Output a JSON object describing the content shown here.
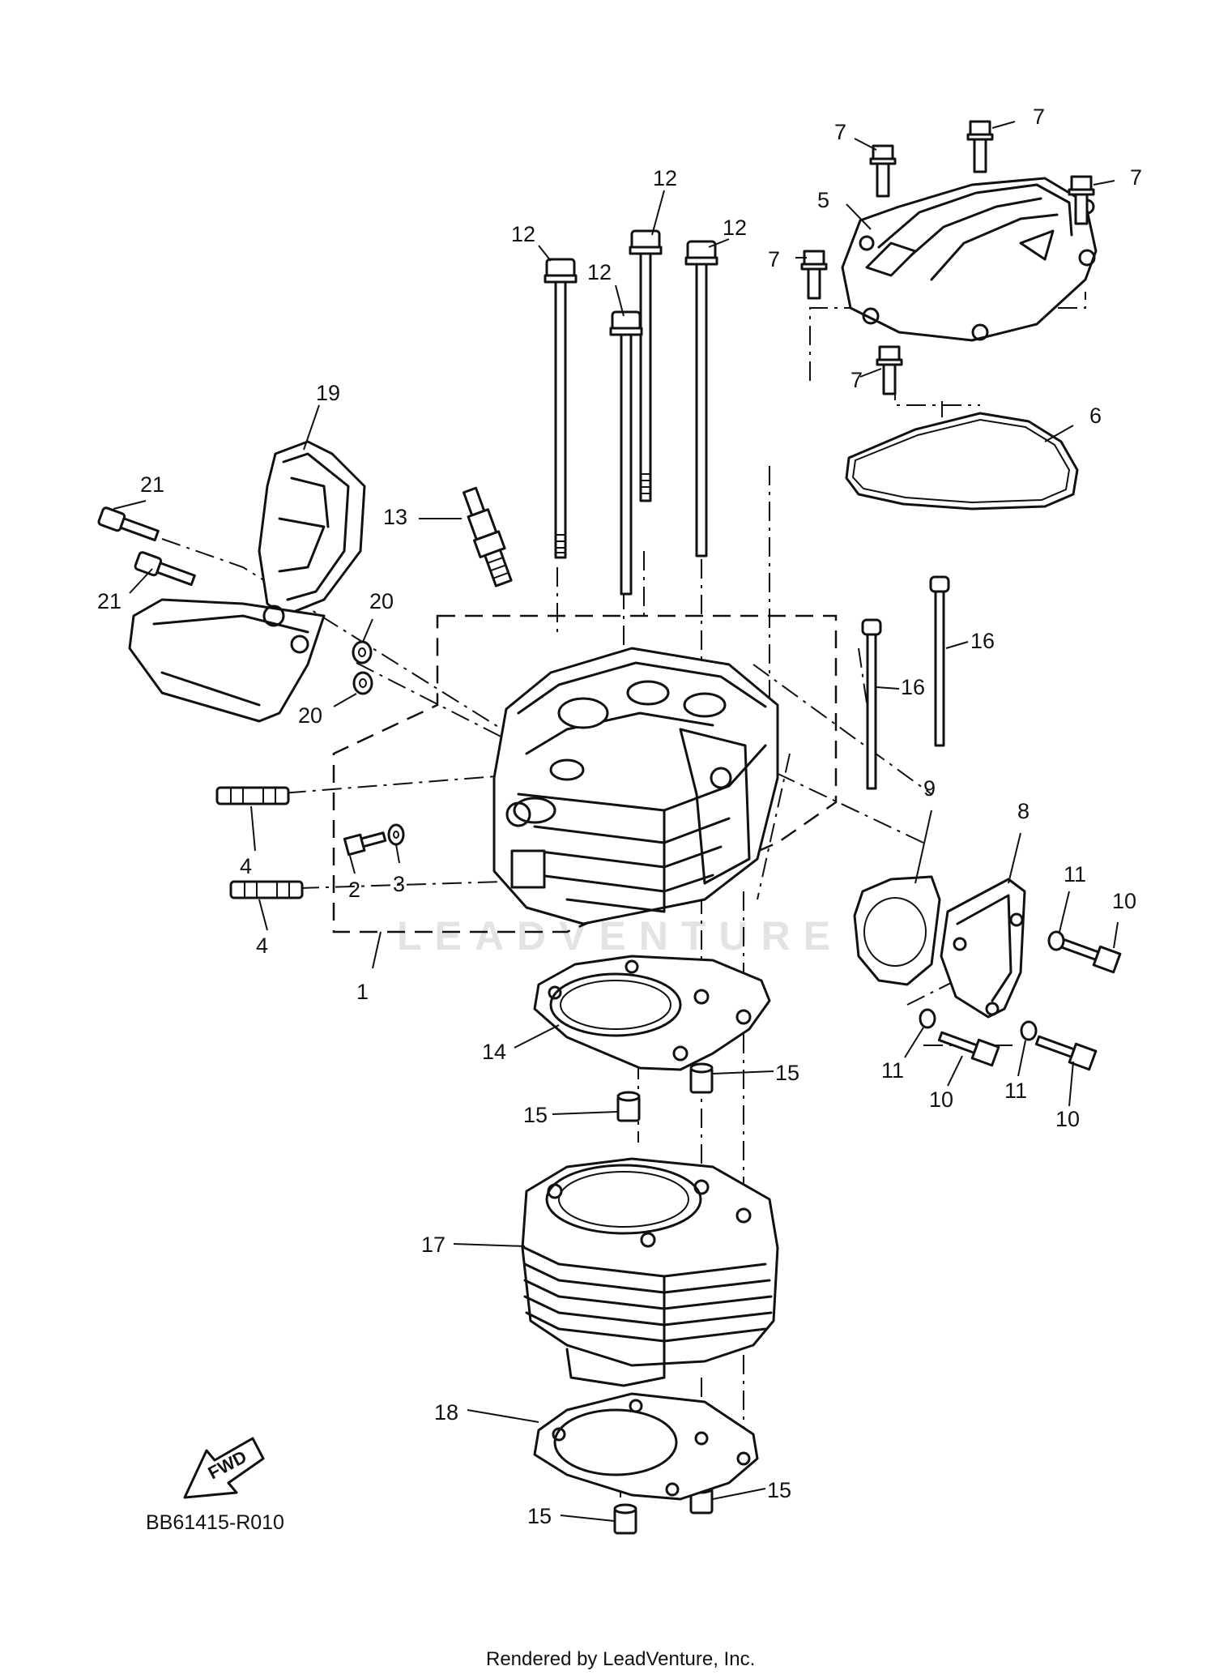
{
  "diagram": {
    "drawing_code": "BB61415-R010",
    "credit": "Rendered by LeadVenture, Inc.",
    "watermark": "LEADVENTURE",
    "fwd_label": "FWD"
  },
  "callouts": [
    {
      "id": "c1",
      "text": "1"
    },
    {
      "id": "c2",
      "text": "2"
    },
    {
      "id": "c3",
      "text": "3"
    },
    {
      "id": "c4a",
      "text": "4"
    },
    {
      "id": "c4b",
      "text": "4"
    },
    {
      "id": "c5",
      "text": "5"
    },
    {
      "id": "c6",
      "text": "6"
    },
    {
      "id": "c7a",
      "text": "7"
    },
    {
      "id": "c7b",
      "text": "7"
    },
    {
      "id": "c7c",
      "text": "7"
    },
    {
      "id": "c7d",
      "text": "7"
    },
    {
      "id": "c7e",
      "text": "7"
    },
    {
      "id": "c8",
      "text": "8"
    },
    {
      "id": "c9",
      "text": "9"
    },
    {
      "id": "c10a",
      "text": "10"
    },
    {
      "id": "c10b",
      "text": "10"
    },
    {
      "id": "c10c",
      "text": "10"
    },
    {
      "id": "c11a",
      "text": "11"
    },
    {
      "id": "c11b",
      "text": "11"
    },
    {
      "id": "c11c",
      "text": "11"
    },
    {
      "id": "c12a",
      "text": "12"
    },
    {
      "id": "c12b",
      "text": "12"
    },
    {
      "id": "c12c",
      "text": "12"
    },
    {
      "id": "c12d",
      "text": "12"
    },
    {
      "id": "c13",
      "text": "13"
    },
    {
      "id": "c14",
      "text": "14"
    },
    {
      "id": "c15a",
      "text": "15"
    },
    {
      "id": "c15b",
      "text": "15"
    },
    {
      "id": "c15c",
      "text": "15"
    },
    {
      "id": "c15d",
      "text": "15"
    },
    {
      "id": "c16a",
      "text": "16"
    },
    {
      "id": "c16b",
      "text": "16"
    },
    {
      "id": "c17",
      "text": "17"
    },
    {
      "id": "c18",
      "text": "18"
    },
    {
      "id": "c19",
      "text": "19"
    },
    {
      "id": "c20a",
      "text": "20"
    },
    {
      "id": "c20b",
      "text": "20"
    },
    {
      "id": "c21a",
      "text": "21"
    },
    {
      "id": "c21b",
      "text": "21"
    }
  ]
}
